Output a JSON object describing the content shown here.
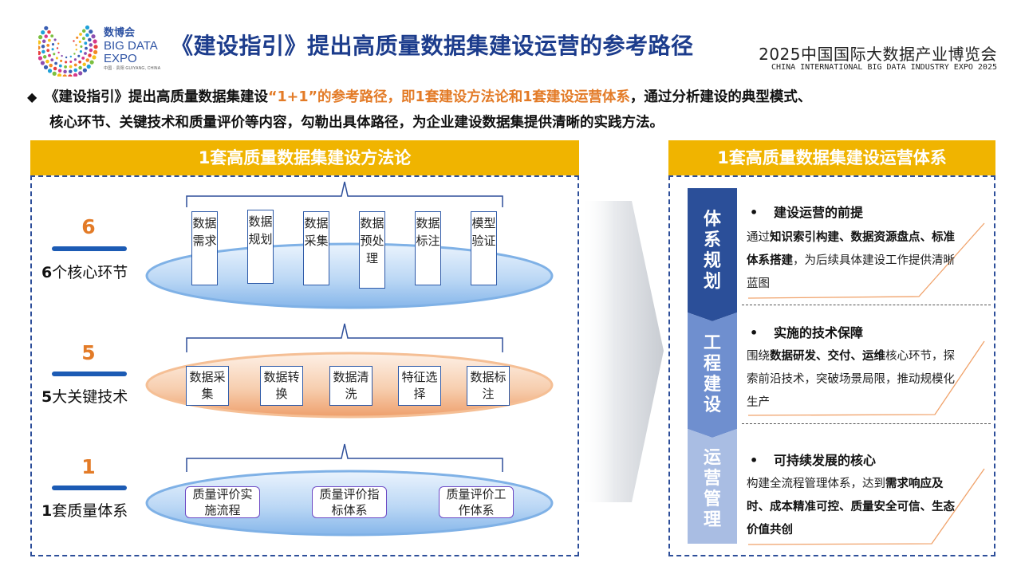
{
  "header": {
    "logo": {
      "cn": "数博会",
      "en_line1": "BIG DATA",
      "en_line2": "EXPO",
      "sub": "中国 · 贵阳  GUIYANG, CHINA"
    },
    "title": "《建设指引》提出高质量数据集建设运营的参考路径",
    "expo_cn": "2025中国国际大数据产业博览会",
    "expo_en": "CHINA INTERNATIONAL BIG DATA INDUSTRY EXPO 2025"
  },
  "intro": {
    "bullet": "◆",
    "part1": "《建设指引》提出高质量数据集建设",
    "highlight": "“1+1”的参考路径，即1套建设方法论和1套建设运营体系",
    "part2": "，通过分析建设的典型模式、",
    "line2": "核心环节、关键技术和质量评价等内容，勾勒出具体路径，为企业建设数据集提供清晰的实践方法。"
  },
  "left_panel": {
    "title": "1套高质量数据集建设方法论",
    "rows": [
      {
        "number": "6",
        "label_num": "6",
        "label_text": "个核心环节",
        "items": [
          "数据需求",
          "数据规划",
          "数据采集",
          "数据预处理",
          "数据标注",
          "模型验证"
        ]
      },
      {
        "number": "5",
        "label_num": "5",
        "label_text": "大关键技术",
        "items": [
          "数据采集",
          "数据转换",
          "数据清洗",
          "特征选择",
          "数据标注"
        ]
      },
      {
        "number": "1",
        "label_num": "1",
        "label_text": "套质量体系",
        "items": [
          "质量评价实施流程",
          "质量评价指标体系",
          "质量评价工作体系"
        ]
      }
    ]
  },
  "right_panel": {
    "title": "1套高质量数据集建设运营体系",
    "sections": [
      {
        "chevron": "体系规划",
        "chevron_color": "#2b4f99",
        "bullet": "•",
        "title": "建设运营的前提",
        "t1": "通过",
        "b1": "知识索引构建、数据资源盘点、标准体系搭建",
        "t2": "，为后续具体建设工作提供清晰蓝图",
        "b2": "",
        "t3": ""
      },
      {
        "chevron": "工程建设",
        "chevron_color": "#6f8fcf",
        "bullet": "•",
        "title": "实施的技术保障",
        "t1": "围绕",
        "b1": "数据研发、交付、运维",
        "t2": "核心环节，探索前沿技术，突破场景局限，推动规模化生产",
        "b2": "",
        "t3": ""
      },
      {
        "chevron": "运营管理",
        "chevron_color": "#a9bde3",
        "bullet": "•",
        "title": "可持续发展的核心",
        "t1": "构建全流程管理体系，达到",
        "b1": "需求响应及时、成本精准可控、质量安全可信、生态价值共创",
        "t2": "",
        "b2": "",
        "t3": ""
      }
    ]
  },
  "colors": {
    "accent_orange": "#e37b27",
    "bar_yellow": "#f0b400",
    "title_blue": "#1c3c8c",
    "border_blue": "#2e4f9a"
  }
}
